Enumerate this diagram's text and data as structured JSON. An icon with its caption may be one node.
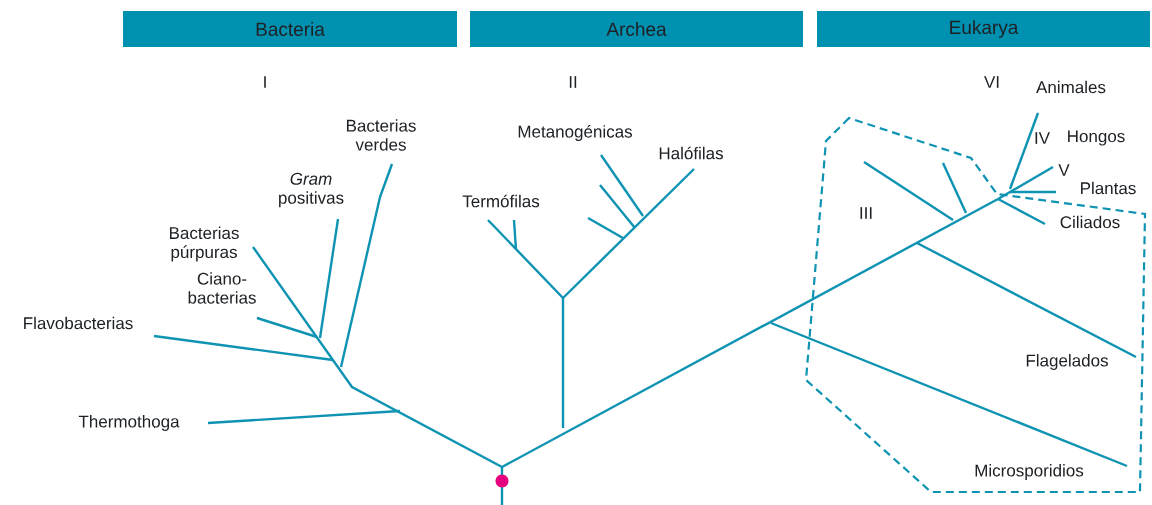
{
  "diagram": {
    "nodes": [
      {
        "text": [
          "Bacteria"
        ]
      },
      {
        "text": [
          "Archea"
        ]
      },
      {
        "text": [
          "Eukarya"
        ]
      }
    ],
    "labels": [
      "I",
      "II",
      "VI",
      "Animales",
      "Bacterias verdes",
      "Metanogénicas",
      "IV",
      "Hongos",
      "Halófilas",
      "V",
      "Plantas",
      "*Gram* positivas",
      "Termófilas",
      "III",
      "Ciliados",
      "Bacterias púrpuras",
      "Ciano- bacterias",
      "Flavobacterias",
      "Flagelados",
      "Thermothoga",
      "Microsporidios"
    ]
  }
}
